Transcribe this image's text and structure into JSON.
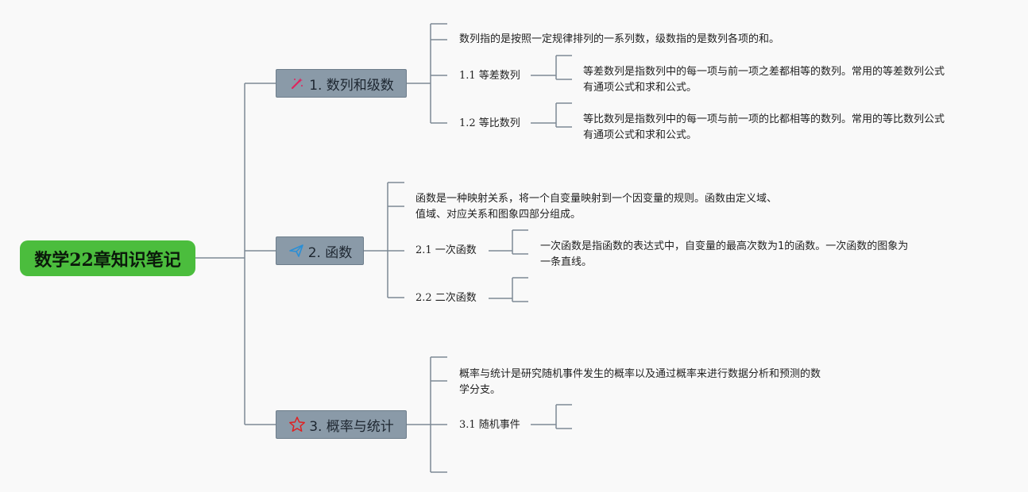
{
  "root": {
    "title": "数学22章知识笔记"
  },
  "sections": [
    {
      "title": "1. 数列和级数",
      "icon": "magic-wand-icon",
      "summary": "数列指的是按照一定规律排列的一系列数，级数指的是数列各项的和。",
      "subs": [
        {
          "label": "1.1 等差数列",
          "lines": [
            "等差数列是指数列中的每一项与前一项之差都相等的数列。常用的等差数列公式",
            "有通项公式和求和公式。"
          ]
        },
        {
          "label": "1.2 等比数列",
          "lines": [
            "等比数列是指数列中的每一项与前一项的比都相等的数列。常用的等比数列公式",
            "有通项公式和求和公式。"
          ]
        }
      ]
    },
    {
      "title": "2. 函数",
      "icon": "paper-plane-icon",
      "summary_lines": [
        "函数是一种映射关系，将一个自变量映射到一个因变量的规则。函数由定义域、",
        "值域、对应关系和图象四部分组成。"
      ],
      "subs": [
        {
          "label": "2.1 一次函数",
          "lines": [
            "一次函数是指函数的表达式中，自变量的最高次数为1的函数。一次函数的图象为",
            "一条直线。"
          ]
        },
        {
          "label": "2.2 二次函数",
          "lines": []
        }
      ]
    },
    {
      "title": "3. 概率与统计",
      "icon": "star-icon",
      "summary_lines": [
        "概率与统计是研究随机事件发生的概率以及通过概率来进行数据分析和预测的数",
        "学分支。"
      ],
      "subs": [
        {
          "label": "3.1 随机事件",
          "lines": []
        }
      ]
    }
  ],
  "colors": {
    "line": "#7d8995",
    "root": "#4bbd3d",
    "branch": "#8a9aa8"
  }
}
